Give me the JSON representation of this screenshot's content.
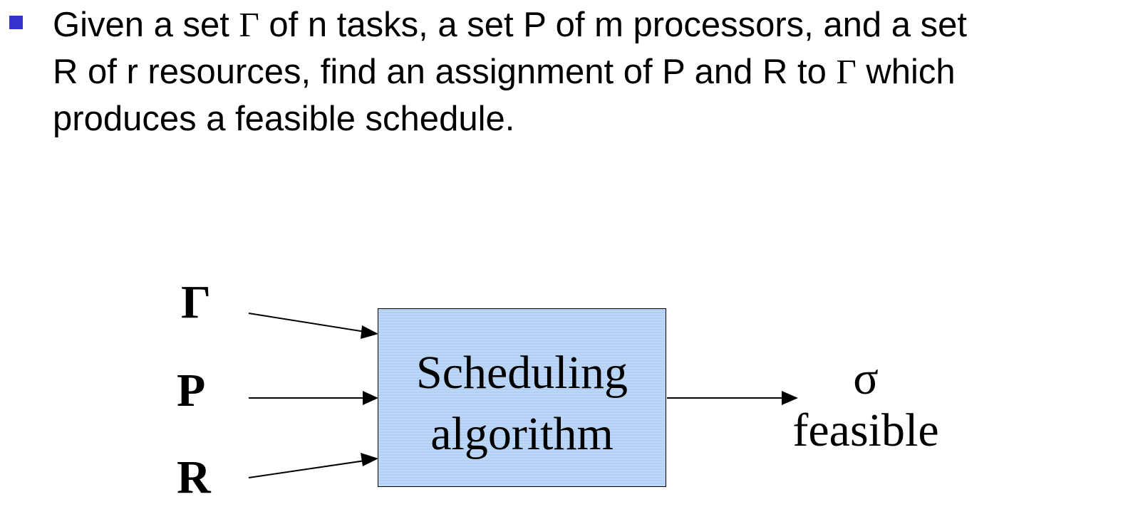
{
  "colors": {
    "bullet": "#3333cc",
    "box_fill": "#b6d2f4",
    "box_border": "#000000",
    "arrow": "#000000"
  },
  "problem_statement": {
    "bullet_icon": "square-bullet",
    "lines": [
      "Given a set Γ of n tasks, a set P of m processors, and a set",
      "R of r resources, find an assignment of P and R to Γ which",
      "produces a feasible schedule."
    ]
  },
  "diagram": {
    "inputs": {
      "tasks": "Γ",
      "processors": "P",
      "resources": "R"
    },
    "algorithm_box": {
      "line1": "Scheduling",
      "line2": "algorithm"
    },
    "output": {
      "symbol": "σ",
      "label": "feasible"
    }
  }
}
